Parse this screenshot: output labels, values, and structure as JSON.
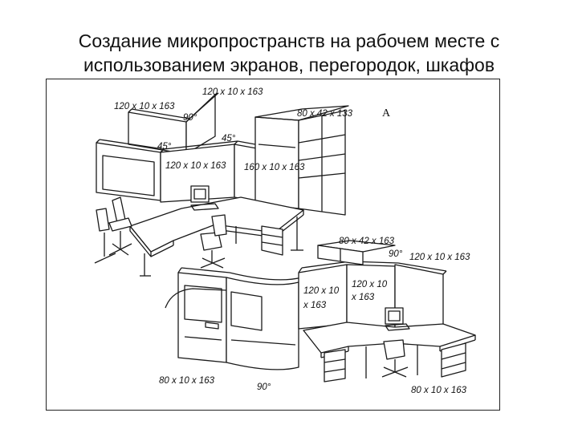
{
  "slide": {
    "title_line1": "Создание микропространств на рабочем месте с",
    "title_line2": "использованием экранов, перегородок, шкафов"
  },
  "diagram": {
    "corner_letter": "A",
    "labels": {
      "top_panel": "120 x 10 x 163",
      "top_left_panel": "120 x 10 x 163",
      "angle_top": "90°",
      "cabinet_top": "80 x 42 x 133",
      "angle_left": "45°",
      "angle_mid": "45°",
      "front_left_panel": "120 x 10 x 163",
      "front_right_panel": "160 x 10 x 163",
      "cabinet_right": "80 x 42 x 163",
      "angle_right": "90°",
      "right_panel": "120 x 10 x 163",
      "mid_panel_a1": "120 x 10",
      "mid_panel_a2": "x 163",
      "mid_panel_b1": "120 x 10",
      "mid_panel_b2": "x 163",
      "bottom_left_panel": "80 x 10 x 163",
      "angle_bottom": "90°",
      "bottom_right_panel": "80 x 10 x 163"
    }
  }
}
